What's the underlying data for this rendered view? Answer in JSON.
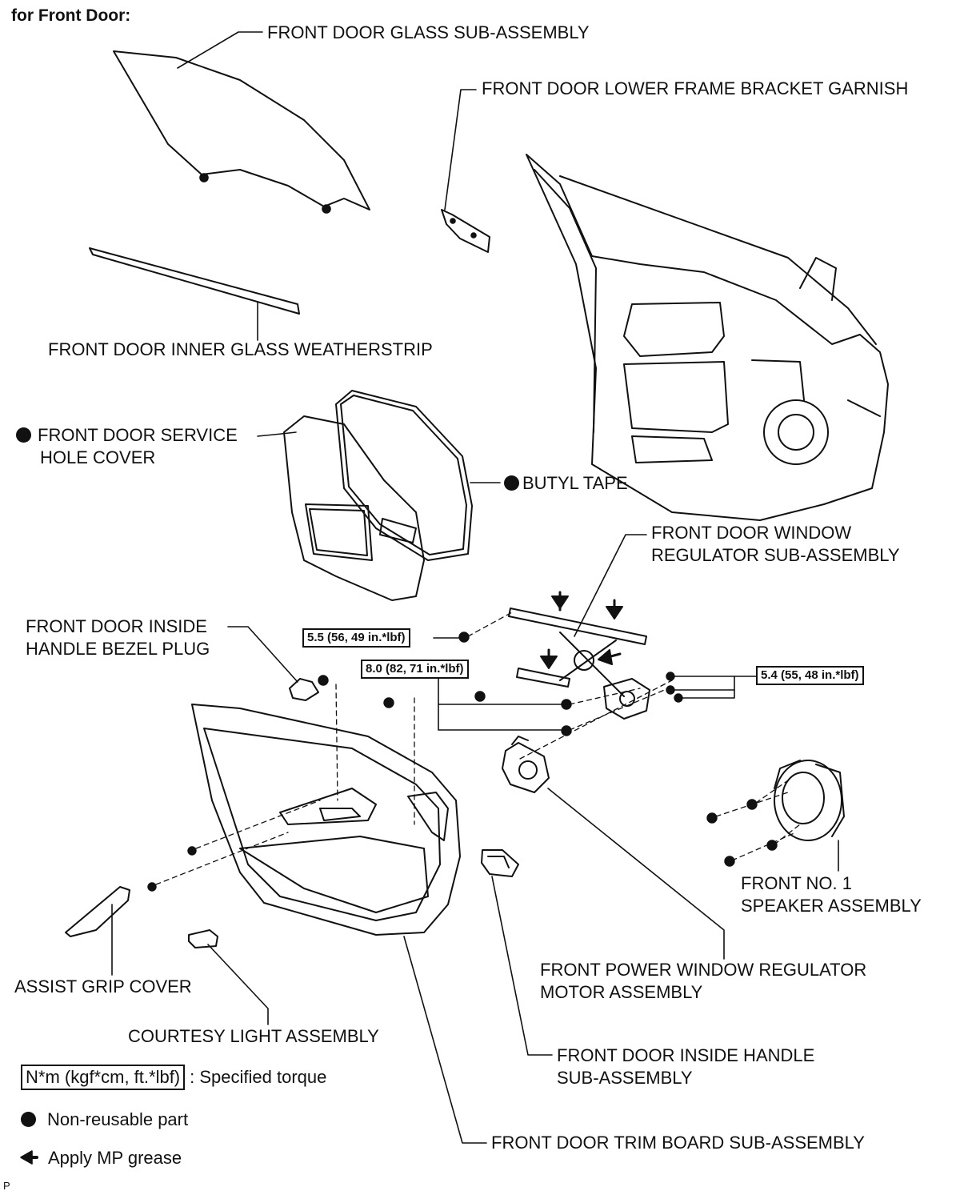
{
  "title": "for Front Door:",
  "labels": {
    "glass": "FRONT DOOR GLASS SUB-ASSEMBLY",
    "lower_garnish": "FRONT DOOR LOWER FRAME BRACKET GARNISH",
    "weatherstrip": "FRONT DOOR INNER GLASS WEATHERSTRIP",
    "service_cover_1": "FRONT DOOR SERVICE",
    "service_cover_2": "HOLE COVER",
    "butyl": "BUTYL TAPE",
    "regulator_1": "FRONT DOOR WINDOW",
    "regulator_2": "REGULATOR SUB-ASSEMBLY",
    "bezel_1": "FRONT DOOR INSIDE",
    "bezel_2": "HANDLE BEZEL PLUG",
    "speaker_1": "FRONT NO. 1",
    "speaker_2": "SPEAKER ASSEMBLY",
    "motor_1": "FRONT POWER WINDOW REGULATOR",
    "motor_2": "MOTOR ASSEMBLY",
    "assist": "ASSIST GRIP COVER",
    "courtesy": "COURTESY LIGHT ASSEMBLY",
    "handle_1": "FRONT DOOR INSIDE HANDLE",
    "handle_2": "SUB-ASSEMBLY",
    "trim": "FRONT DOOR TRIM BOARD SUB-ASSEMBLY"
  },
  "torques": {
    "t1": "5.5 (56, 49 in.*lbf)",
    "t2": "8.0 (82, 71 in.*lbf)",
    "t3": "5.4 (55, 48 in.*lbf)"
  },
  "legend": {
    "torque_unit": "N*m (kgf*cm, ft.*lbf)",
    "torque_text": ": Specified torque",
    "nonreusable": "Non-reusable part",
    "grease": "Apply MP grease"
  },
  "footer": "P"
}
